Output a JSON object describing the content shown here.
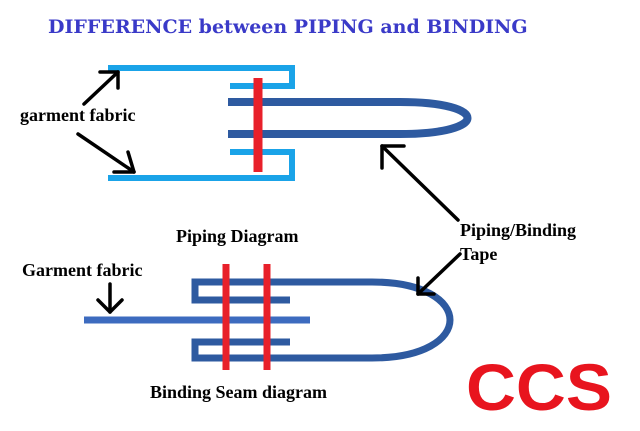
{
  "title": "DIFFERENCE between PIPING and BINDING",
  "labels": {
    "garment_fabric_top": "garment fabric",
    "piping_diagram": "Piping Diagram",
    "tape_line1": "Piping/Binding",
    "tape_line2": "Tape",
    "garment_fabric_bottom": "Garment fabric",
    "binding_seam_diagram": "Binding Seam diagram"
  },
  "logo": "CCS",
  "colors": {
    "title": "#3a3ac8",
    "fabric_light_blue": "#1aa3e8",
    "tape_dark_blue": "#2e5aa0",
    "stitch_red": "#e8202a",
    "logo_red": "#e8141e",
    "arrow": "#000000",
    "background": "#ffffff"
  }
}
